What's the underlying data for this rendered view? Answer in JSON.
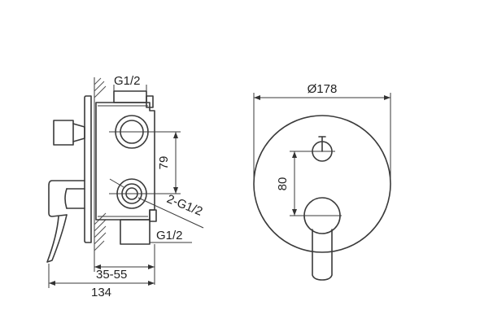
{
  "side_view": {
    "labels": {
      "inlet_top": "G1/2",
      "height_79": "79",
      "outlets": "2-G1/2",
      "inlet_bottom": "G1/2",
      "depth_range": "35-55",
      "total_depth": "134"
    }
  },
  "front_view": {
    "labels": {
      "diameter": "Ø178",
      "height_80": "80"
    }
  }
}
